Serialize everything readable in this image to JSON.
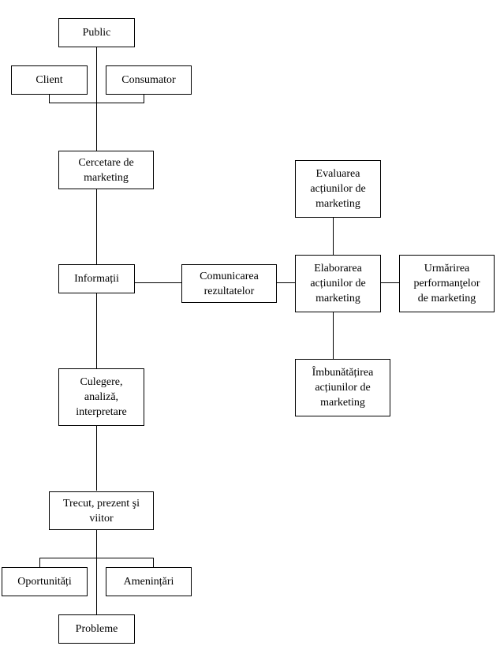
{
  "diagram": {
    "line_color": "#000000",
    "nodes": {
      "public": "Public",
      "client": "Client",
      "consumator": "Consumator",
      "cercetare": "Cercetare de\nmarketing",
      "informatii": "Informații",
      "culegere": "Culegere,\nanaliză,\ninterpretare",
      "trecut": "Trecut, prezent şi\nviitor",
      "oportunitati": "Oportunități",
      "amenintari": "Amenințări",
      "probleme": "Probleme",
      "comunicarea": "Comunicarea\nrezultatelor",
      "evaluarea": "Evaluarea\nacțiunilor de\nmarketing",
      "elaborarea": "Elaborarea\nacțiunilor de\nmarketing",
      "urmarirea": "Urmărirea\nperformanţelor\nde marketing",
      "imbunatatirea": "Îmbunătățirea\nacțiunilor de\nmarketing"
    }
  }
}
